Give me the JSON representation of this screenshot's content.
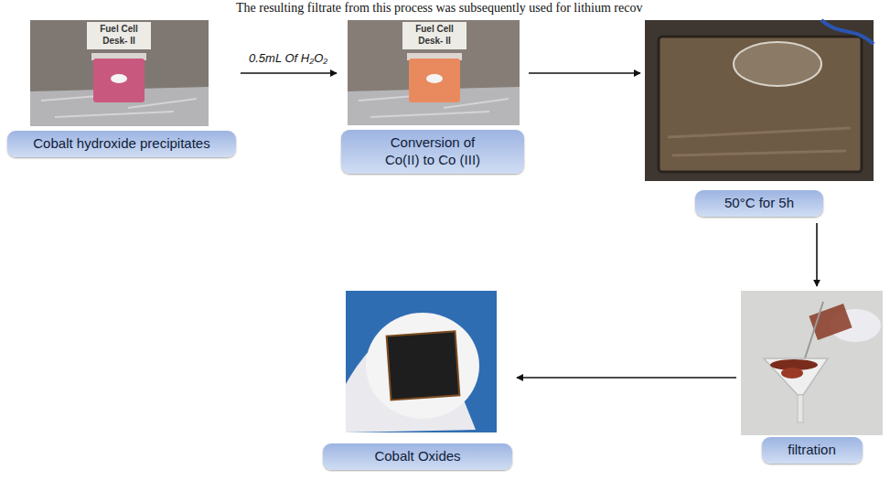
{
  "diagram": {
    "nodes": [
      {
        "text": [
          "Cobalt hydroxide precipitates"
        ]
      },
      {
        "text": [
          "Conversion of Co(II) to Co (III)"
        ]
      },
      {
        "text": [
          "50°C for 5h"
        ]
      },
      {
        "text": [
          "filtration"
        ]
      },
      {
        "text": [
          "Cobalt Oxides"
        ]
      }
    ],
    "edges": [
      {
        "from": 0,
        "to": 1,
        "arrow": "to",
        "label": "0.5mL Of H₂O₂"
      },
      {
        "from": 1,
        "to": 2,
        "arrow": "to"
      },
      {
        "from": 2,
        "to": 3,
        "arrow": "to"
      },
      {
        "from": 3,
        "to": 4,
        "arrow": "to"
      }
    ],
    "labels": [
      "The resulting filtrate from this process was subsequently used for lithium recov",
      "Fuel Cell",
      "Desk- II",
      "Fuel Cell",
      "Desk- II"
    ]
  }
}
